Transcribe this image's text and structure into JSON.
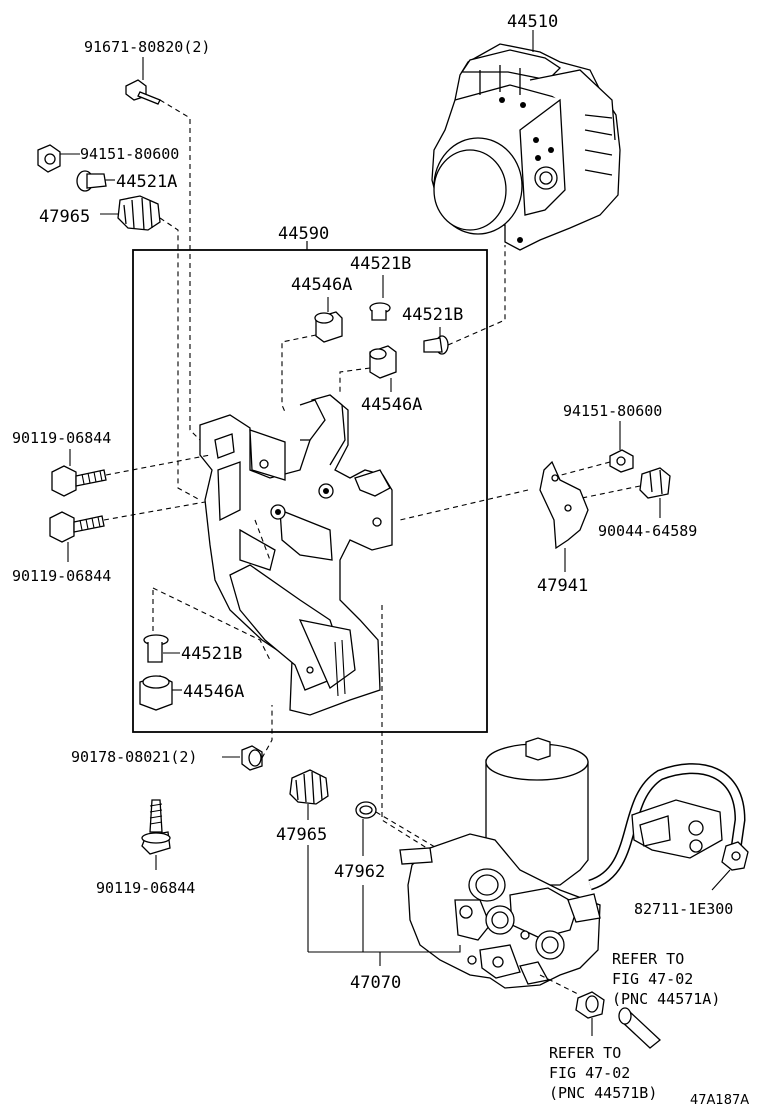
{
  "diagram": {
    "figure_code": "47A187A",
    "group_box_label": "44590",
    "labels": {
      "actuator": "44510",
      "bolt_top": "91671-80820(2)",
      "nut_top_left": "94151-80600",
      "bushing_collar_a_top": "44521A",
      "cap_top_left": "47965",
      "collar_b_1": "44521B",
      "cushion_a_1": "44546A",
      "collar_b_2": "44521B",
      "cushion_a_2": "44546A",
      "bolt_left_1": "90119-06844",
      "bolt_left_2": "90119-06844",
      "nut_right": "94151-80600",
      "clip_right": "90044-64589",
      "bracket_right": "47941",
      "collar_b_3": "44521B",
      "cushion_a_3": "44546A",
      "bolt_mid_left": "90178-08021(2)",
      "cap_lower": "47965",
      "ring_lower": "47962",
      "bolt_lower_left": "90119-06844",
      "pump_assy": "47070",
      "connector_right": "82711-1E300",
      "refer_top_line1": "REFER TO",
      "refer_top_line2": "FIG 47-02",
      "refer_top_line3": "(PNC 44571A)",
      "refer_bottom_line1": "REFER TO",
      "refer_bottom_line2": "FIG 47-02",
      "refer_bottom_line3": "(PNC 44571B)"
    }
  }
}
